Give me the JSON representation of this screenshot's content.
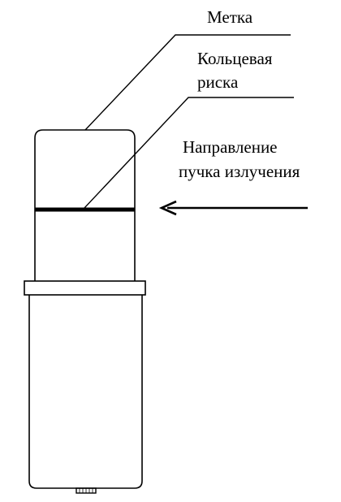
{
  "labels": {
    "mark": "Метка",
    "ring_line1": "Кольцевая",
    "ring_line2": "риска",
    "beam_line1": "Направление",
    "beam_line2": "пучка излучения"
  },
  "colors": {
    "stroke": "#000000",
    "background": "#ffffff"
  }
}
